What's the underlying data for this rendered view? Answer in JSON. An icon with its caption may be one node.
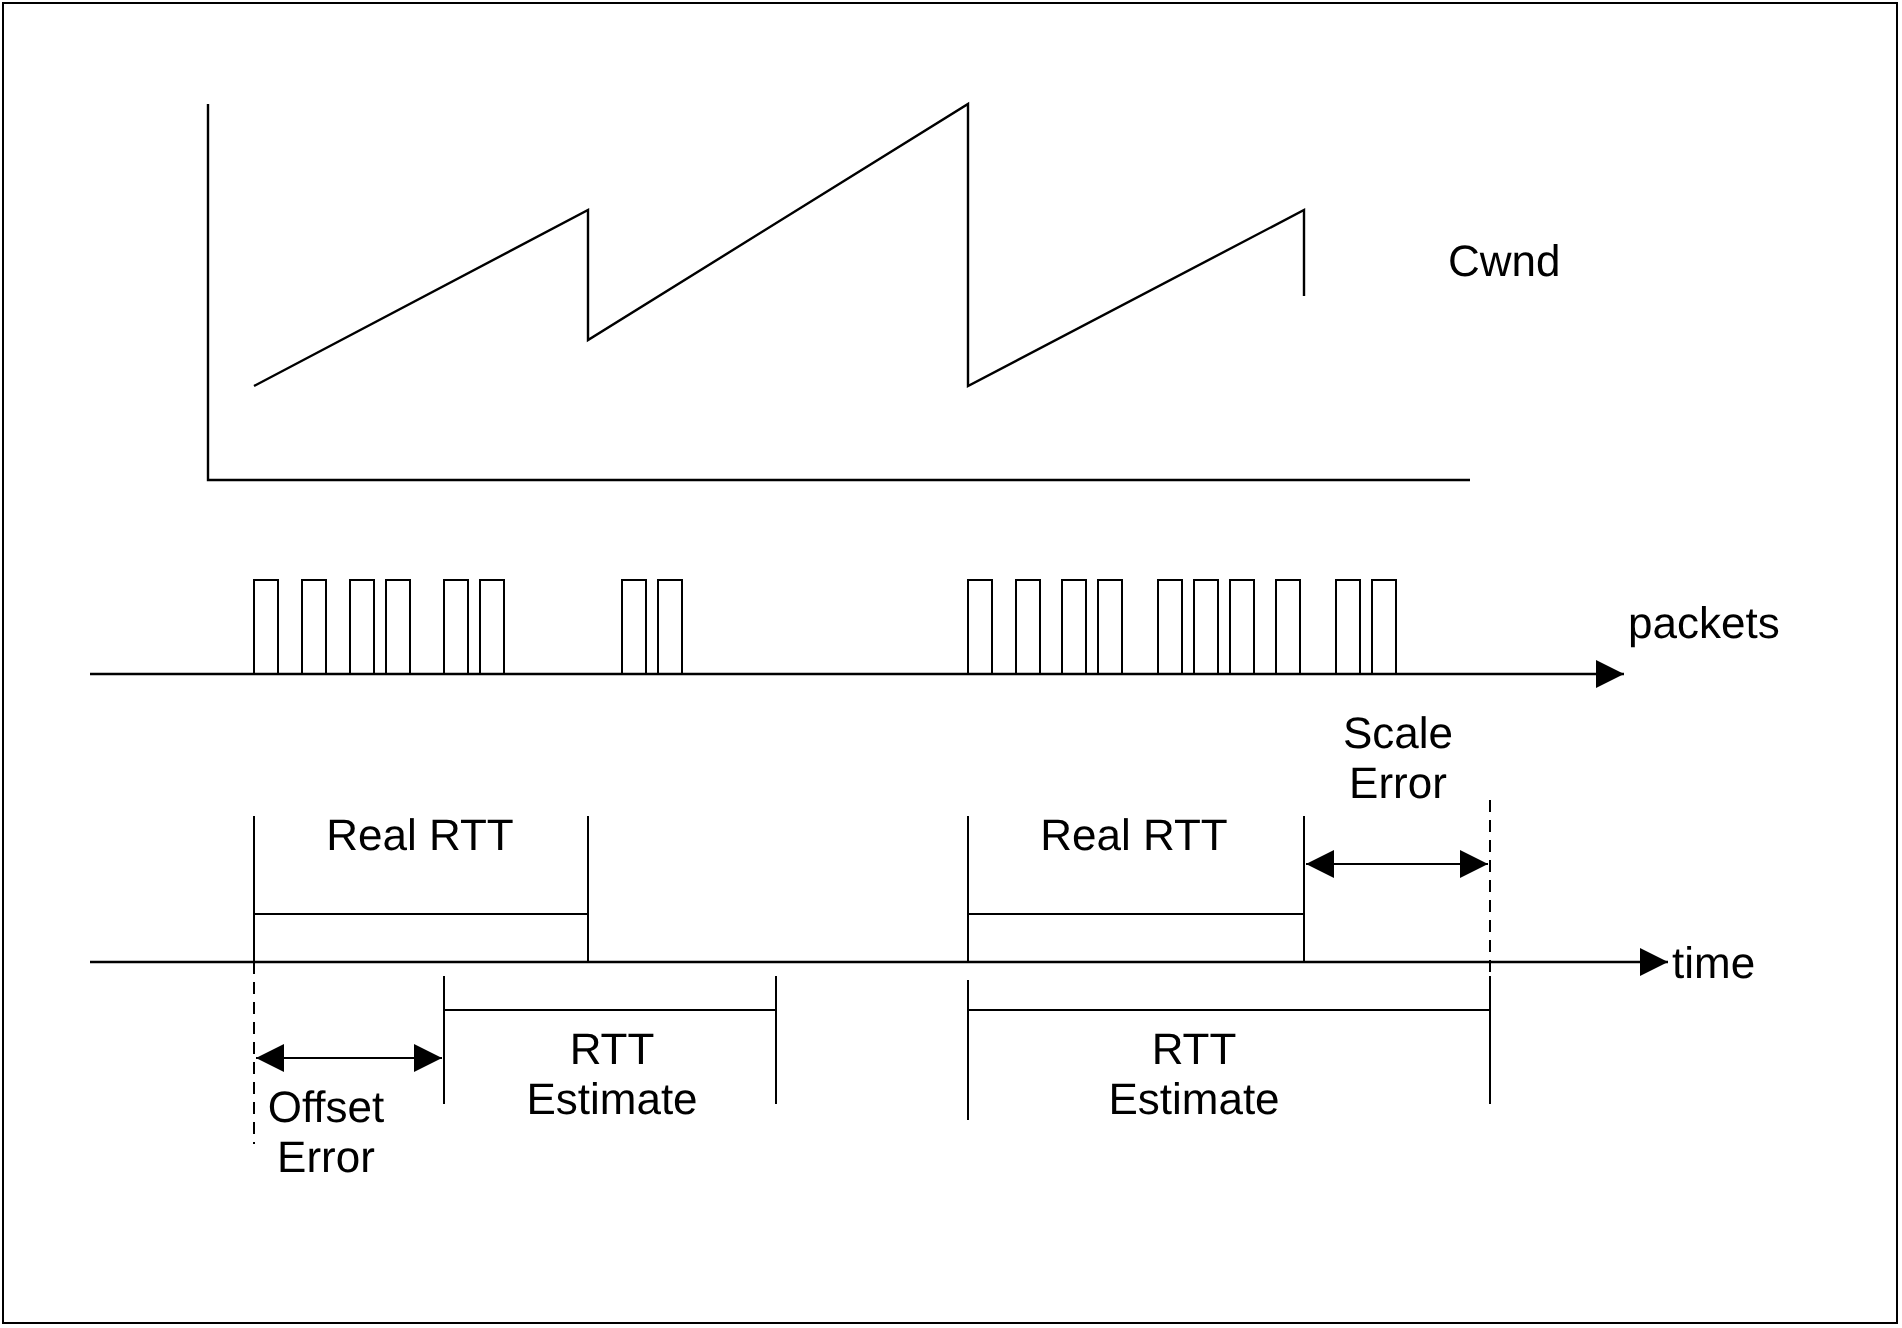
{
  "diagram": {
    "labels": [
      "Cwnd",
      "packets",
      "Scale Error",
      "Real RTT",
      "Real RTT",
      "time",
      "Offset Error",
      "RTT Estimate",
      "RTT Estimate"
    ]
  }
}
